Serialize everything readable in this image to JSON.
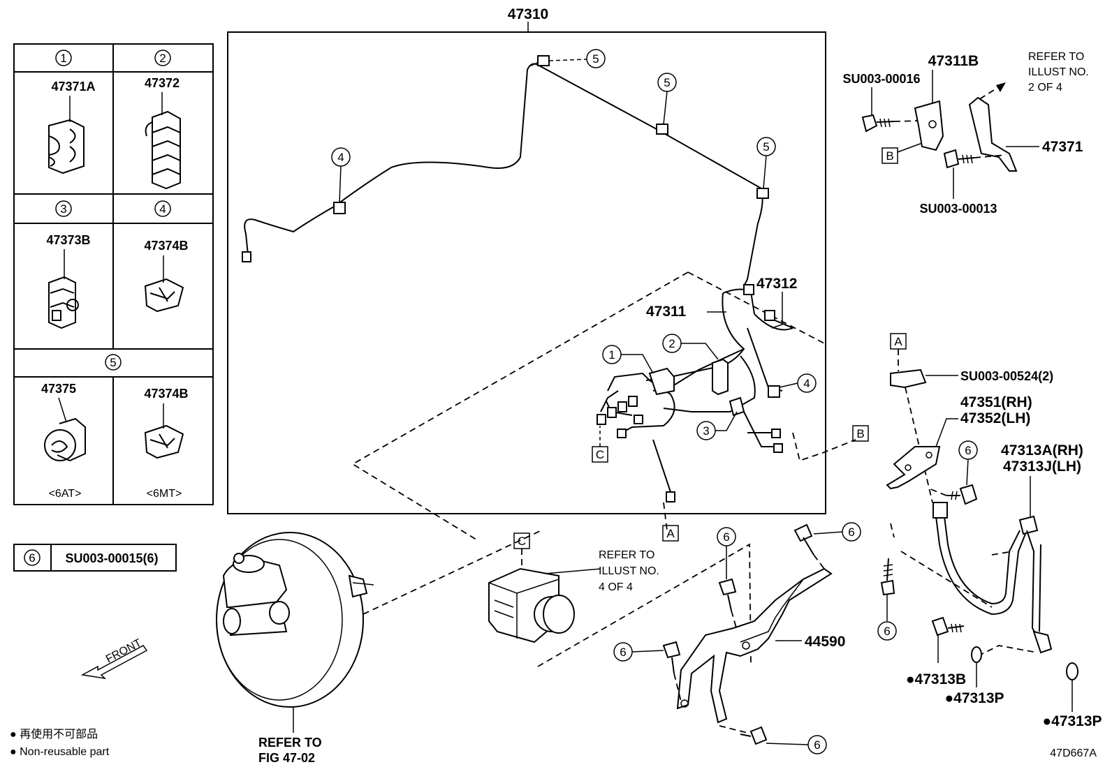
{
  "assembly_number": "47310",
  "table": {
    "cells": [
      {
        "idx": "1",
        "part": "47371A"
      },
      {
        "idx": "2",
        "part": "47372"
      },
      {
        "idx": "3",
        "part": "47373B"
      },
      {
        "idx": "4",
        "part": "47374B"
      },
      {
        "idx": "5",
        "part": "",
        "merged": true
      },
      {
        "idx": "",
        "part": "47375",
        "note": "<6AT>"
      },
      {
        "idx": "",
        "part": "47374B",
        "note": "<6MT>"
      }
    ],
    "footer": {
      "idx": "6",
      "part": "SU003-00015(6)"
    }
  },
  "callouts": {
    "c1": "1",
    "c2": "2",
    "c3": "3",
    "c4": "4",
    "c5": "5",
    "c6": "6"
  },
  "part_labels": {
    "p47311": "47311",
    "p47312": "47312",
    "p47311B": "47311B",
    "p47371": "47371",
    "su16": "SU003-00016",
    "su13": "SU003-00013",
    "su524": "SU003-00524(2)",
    "p47351": "47351(RH)",
    "p47352": "47352(LH)",
    "p47313A": "47313A(RH)",
    "p47313J": "47313J(LH)",
    "p47313B": "●47313B",
    "p47313P_1": "●47313P",
    "p47313P_2": "●47313P",
    "p44590": "44590"
  },
  "boxed_letters": {
    "A": "A",
    "B": "B",
    "C": "C"
  },
  "refer_notes": {
    "illust2": [
      "REFER TO",
      "ILLUST NO.",
      "2 OF 4"
    ],
    "illust4": [
      "REFER TO",
      "ILLUST NO.",
      "4 OF 4"
    ],
    "fig": [
      "REFER TO",
      "FIG 47-02"
    ]
  },
  "front_label": "FRONT",
  "legend": {
    "jp": "● 再使用不可部品",
    "en": "● Non-reusable part"
  },
  "illustration_code": "47D667A"
}
